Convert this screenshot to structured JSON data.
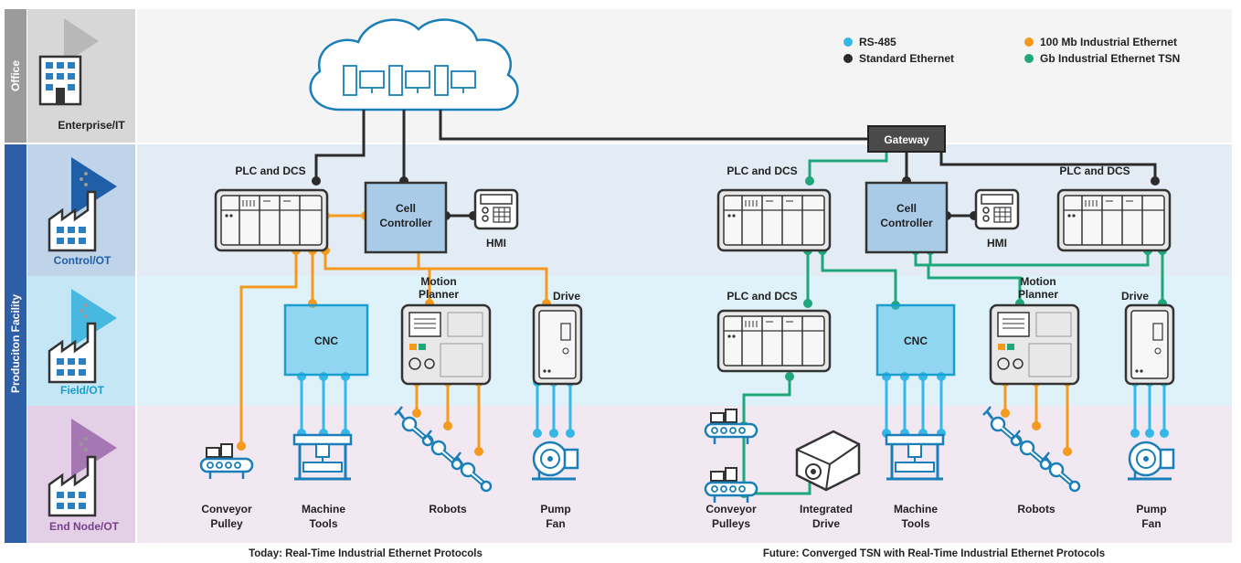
{
  "side": {
    "office": "Office",
    "production": "Produciton Facility"
  },
  "tiers": {
    "enterprise": "Enterprise/IT",
    "control": "Control/OT",
    "field": "Field/OT",
    "endnode": "End Node/OT"
  },
  "legend": {
    "rs485": "RS-485",
    "standard": "Standard Ethernet",
    "mb100": "100 Mb Industrial Ethernet",
    "gb_tsn": "Gb Industrial Ethernet TSN"
  },
  "colors": {
    "rs485": "#35b7e8",
    "standard": "#2b2b2b",
    "mb100": "#f39a1f",
    "gb_tsn": "#1fa67a",
    "office_band": "#ececec",
    "control_band": "#dfeaf4",
    "field_band": "#dcf0f8",
    "endnode_band": "#efe4f0"
  },
  "gateway": "Gateway",
  "left": {
    "plc": "PLC and DCS",
    "cell1": "Cell",
    "cell2": "Controller",
    "hmi": "HMI",
    "motion1": "Motion",
    "motion2": "Planner",
    "drive": "Drive",
    "cnc": "CNC",
    "conveyor1": "Conveyor",
    "conveyor2": "Pulley",
    "machine1": "Machine",
    "machine2": "Tools",
    "robots": "Robots",
    "pump1": "Pump",
    "pump2": "Fan",
    "caption": "Today: Real-Time Industrial Ethernet Protocols"
  },
  "right": {
    "plc_a": "PLC and DCS",
    "plc_b": "PLC and DCS",
    "plc_field": "PLC and DCS",
    "cell1": "Cell",
    "cell2": "Controller",
    "hmi": "HMI",
    "motion1": "Motion",
    "motion2": "Planner",
    "drive": "Drive",
    "cnc": "CNC",
    "conveyor1": "Conveyor",
    "conveyor2": "Pulleys",
    "integrated1": "Integrated",
    "integrated2": "Drive",
    "machine1": "Machine",
    "machine2": "Tools",
    "robots": "Robots",
    "pump1": "Pump",
    "pump2": "Fan",
    "caption": "Future: Converged TSN with Real-Time Industrial Ethernet Protocols"
  }
}
